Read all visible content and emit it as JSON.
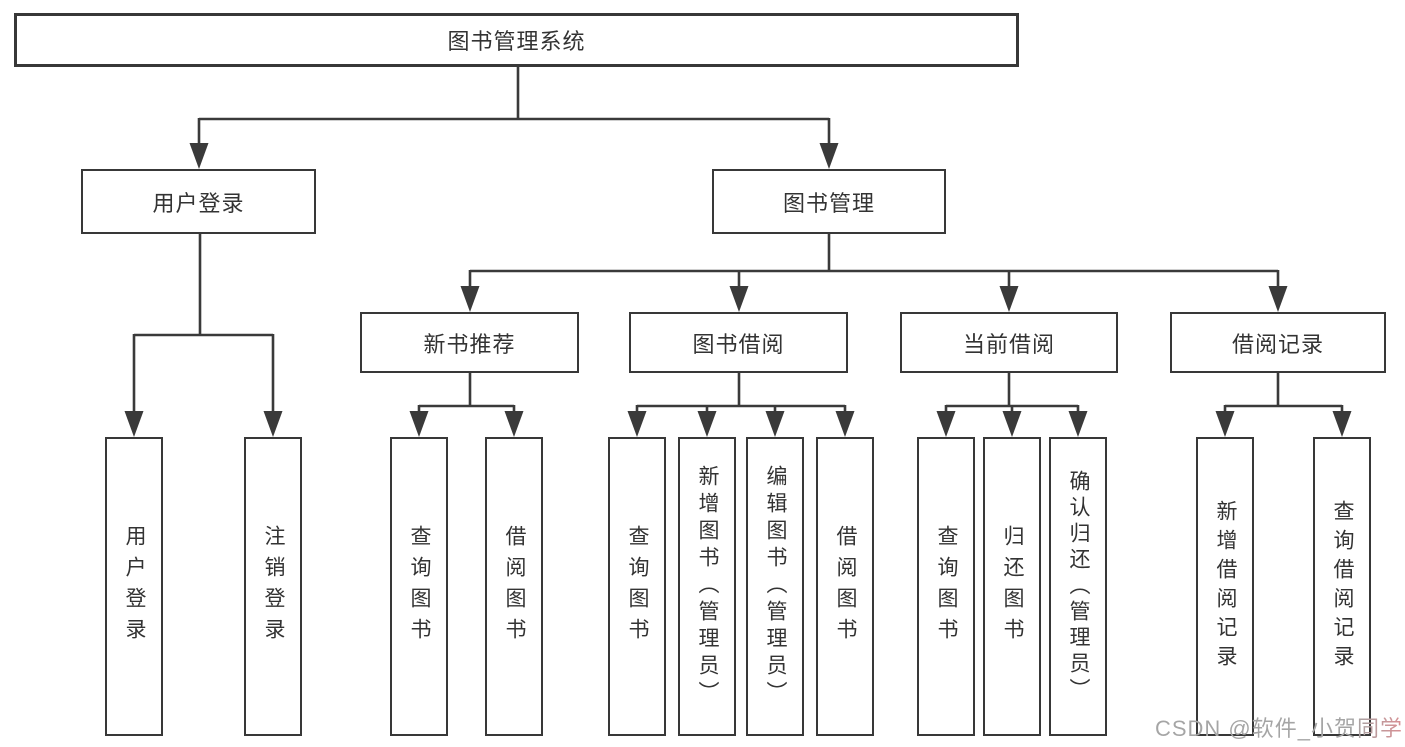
{
  "diagram": {
    "root": "图书管理系统",
    "level2": [
      "用户登录",
      "图书管理"
    ],
    "level3": [
      "新书推荐",
      "图书借阅",
      "当前借阅",
      "借阅记录"
    ],
    "leaves": {
      "login": [
        "用户登录",
        "注销登录"
      ],
      "new_book": [
        "查询图书",
        "借阅图书"
      ],
      "book_borrow": [
        "查询图书",
        "新增图书（管理员）",
        "编辑图书（管理员）",
        "借阅图书"
      ],
      "current_borrow": [
        "查询图书",
        "归还图书",
        "确认归还（管理员）"
      ],
      "borrow_records": [
        "新增借阅记录",
        "查询借阅记录"
      ]
    }
  },
  "watermark": "CSDN @软件_小贺同学",
  "colors": {
    "line": "#3a3a3a",
    "border": "#383838",
    "text": "#333333",
    "background": "#ffffff",
    "watermark_gray": "#a5a5a5"
  }
}
